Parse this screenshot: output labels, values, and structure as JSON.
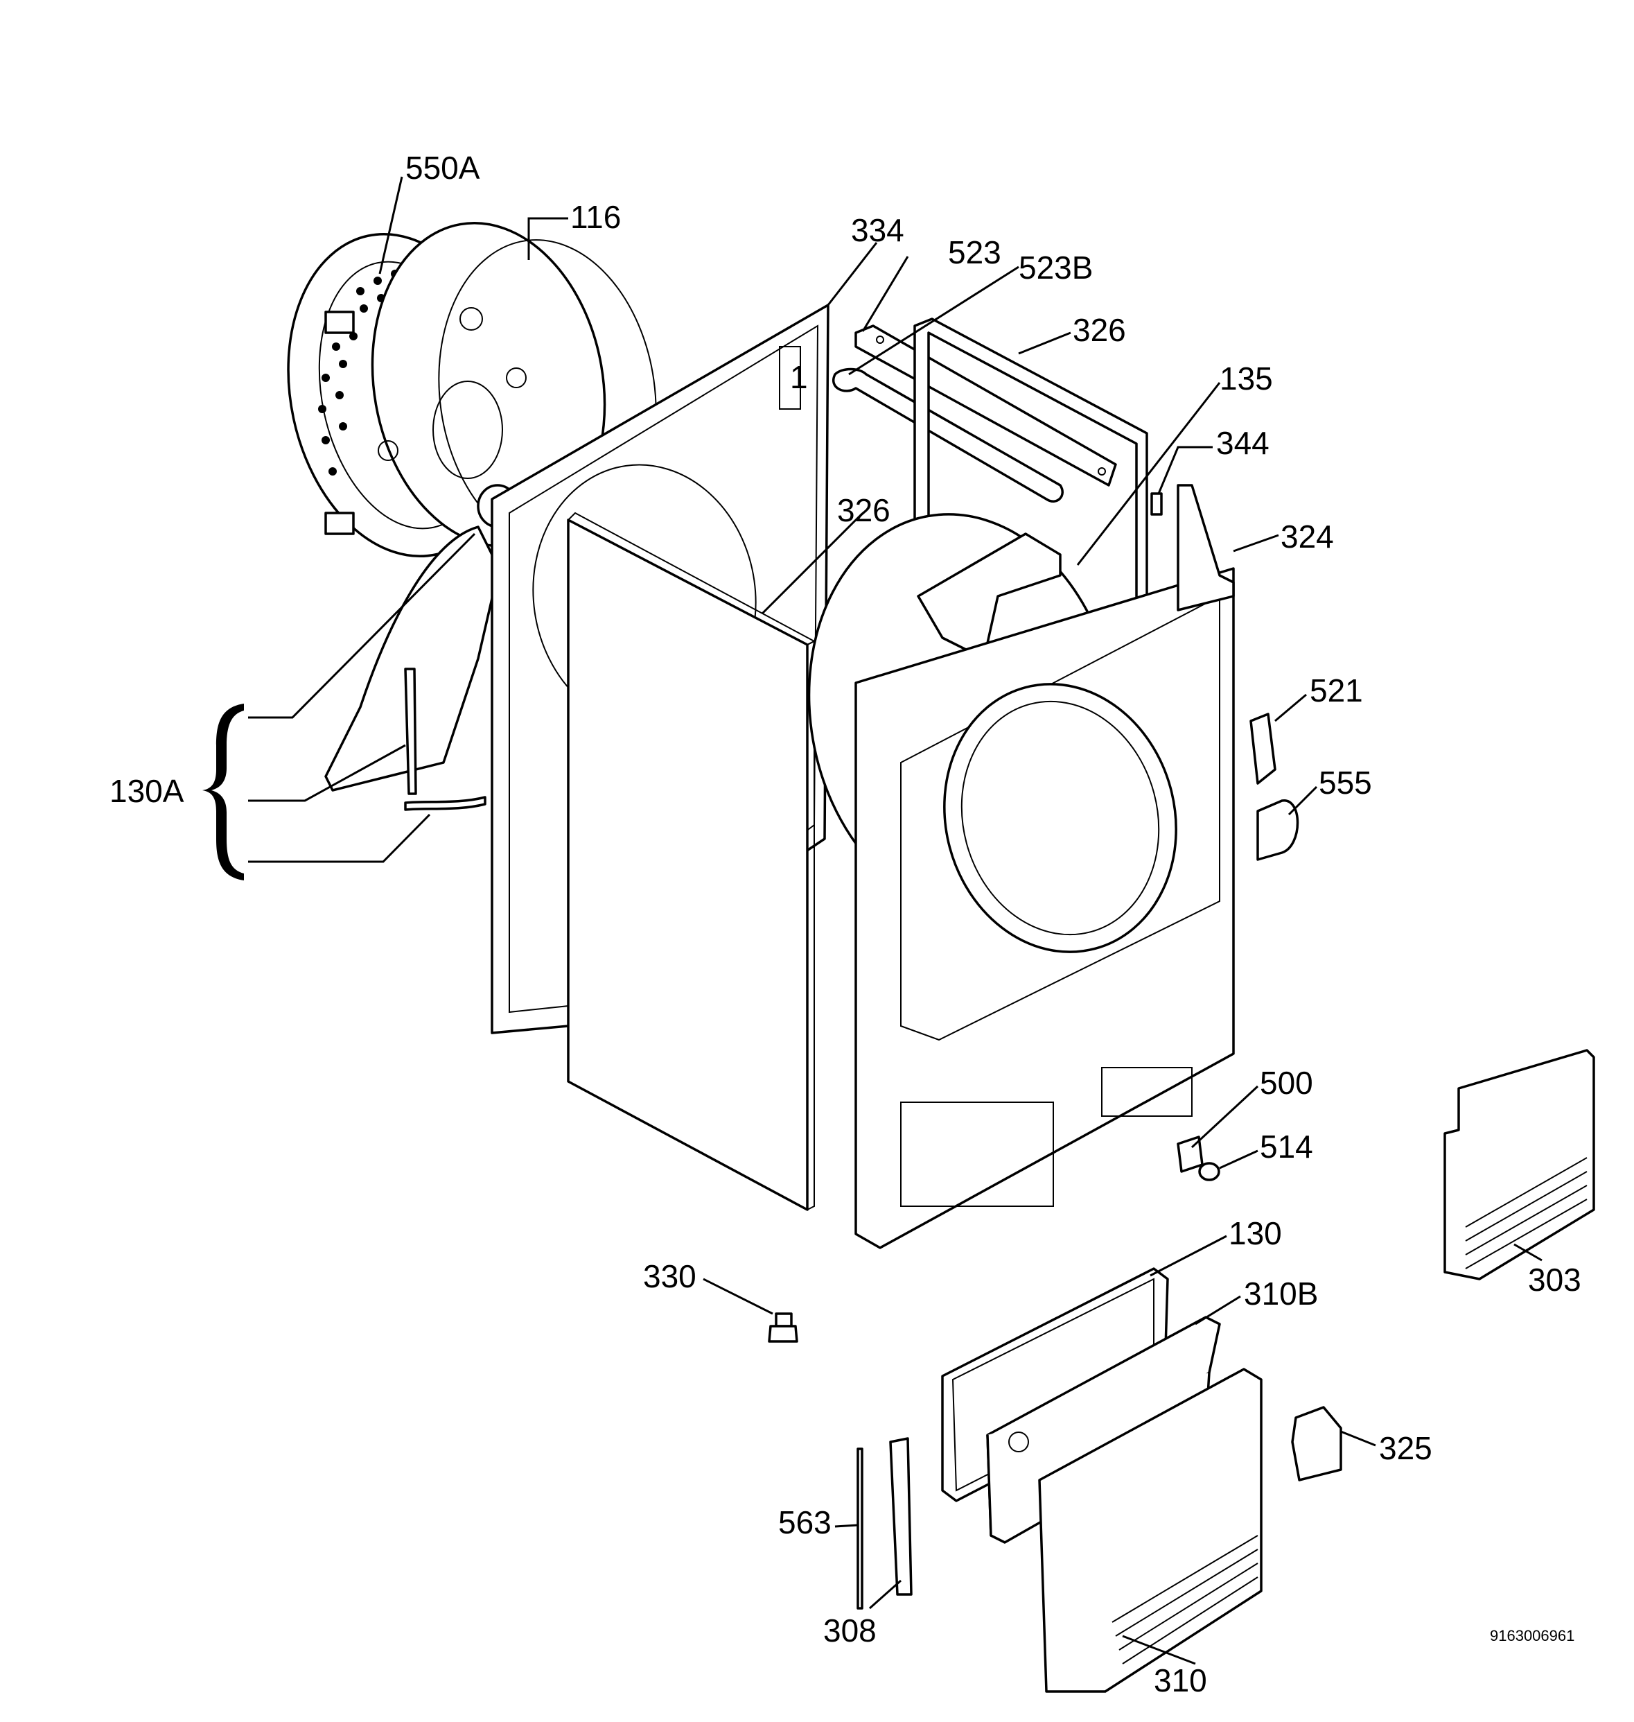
{
  "labels": {
    "p550A": "550A",
    "p116": "116",
    "p334": "334",
    "p523": "523",
    "p523B": "523B",
    "p326_top": "326",
    "p135": "135",
    "p344": "344",
    "p324": "324",
    "p326_mid": "326",
    "p521": "521",
    "p555": "555",
    "p130A": "130A",
    "p500": "500",
    "p514": "514",
    "p303": "303",
    "p130": "130",
    "p310B": "310B",
    "p330": "330",
    "p325": "325",
    "p563": "563",
    "p308": "308",
    "p310": "310"
  },
  "document_id": "9163006961"
}
